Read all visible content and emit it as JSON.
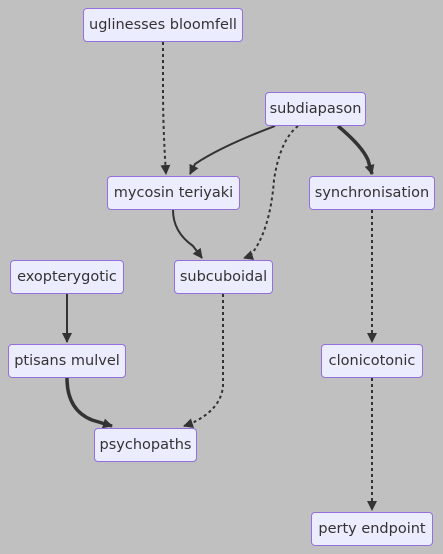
{
  "nodes": {
    "uglinesses": "uglinesses bloomfell",
    "subdiapason": "subdiapason",
    "mycosin": "mycosin teriyaki",
    "synchronisation": "synchronisation",
    "exopterygotic": "exopterygotic",
    "subcuboidal": "subcuboidal",
    "ptisans": "ptisans mulvel",
    "clonicotonic": "clonicotonic",
    "psychopaths": "psychopaths",
    "perty": "perty endpoint"
  },
  "edges": [
    {
      "from": "uglinesses",
      "to": "mycosin",
      "style": "dotted"
    },
    {
      "from": "subdiapason",
      "to": "mycosin",
      "style": "solid"
    },
    {
      "from": "subdiapason",
      "to": "subcuboidal",
      "style": "dotted"
    },
    {
      "from": "subdiapason",
      "to": "synchronisation",
      "style": "thick"
    },
    {
      "from": "mycosin",
      "to": "subcuboidal",
      "style": "solid"
    },
    {
      "from": "exopterygotic",
      "to": "ptisans",
      "style": "solid"
    },
    {
      "from": "synchronisation",
      "to": "clonicotonic",
      "style": "dotted"
    },
    {
      "from": "ptisans",
      "to": "psychopaths",
      "style": "thick"
    },
    {
      "from": "subcuboidal",
      "to": "psychopaths",
      "style": "dotted"
    },
    {
      "from": "clonicotonic",
      "to": "perty",
      "style": "dotted"
    }
  ],
  "colors": {
    "background": "#c0c0c0",
    "node_fill": "#ececff",
    "node_border": "#9370db",
    "edge": "#333333",
    "text": "#333333"
  }
}
